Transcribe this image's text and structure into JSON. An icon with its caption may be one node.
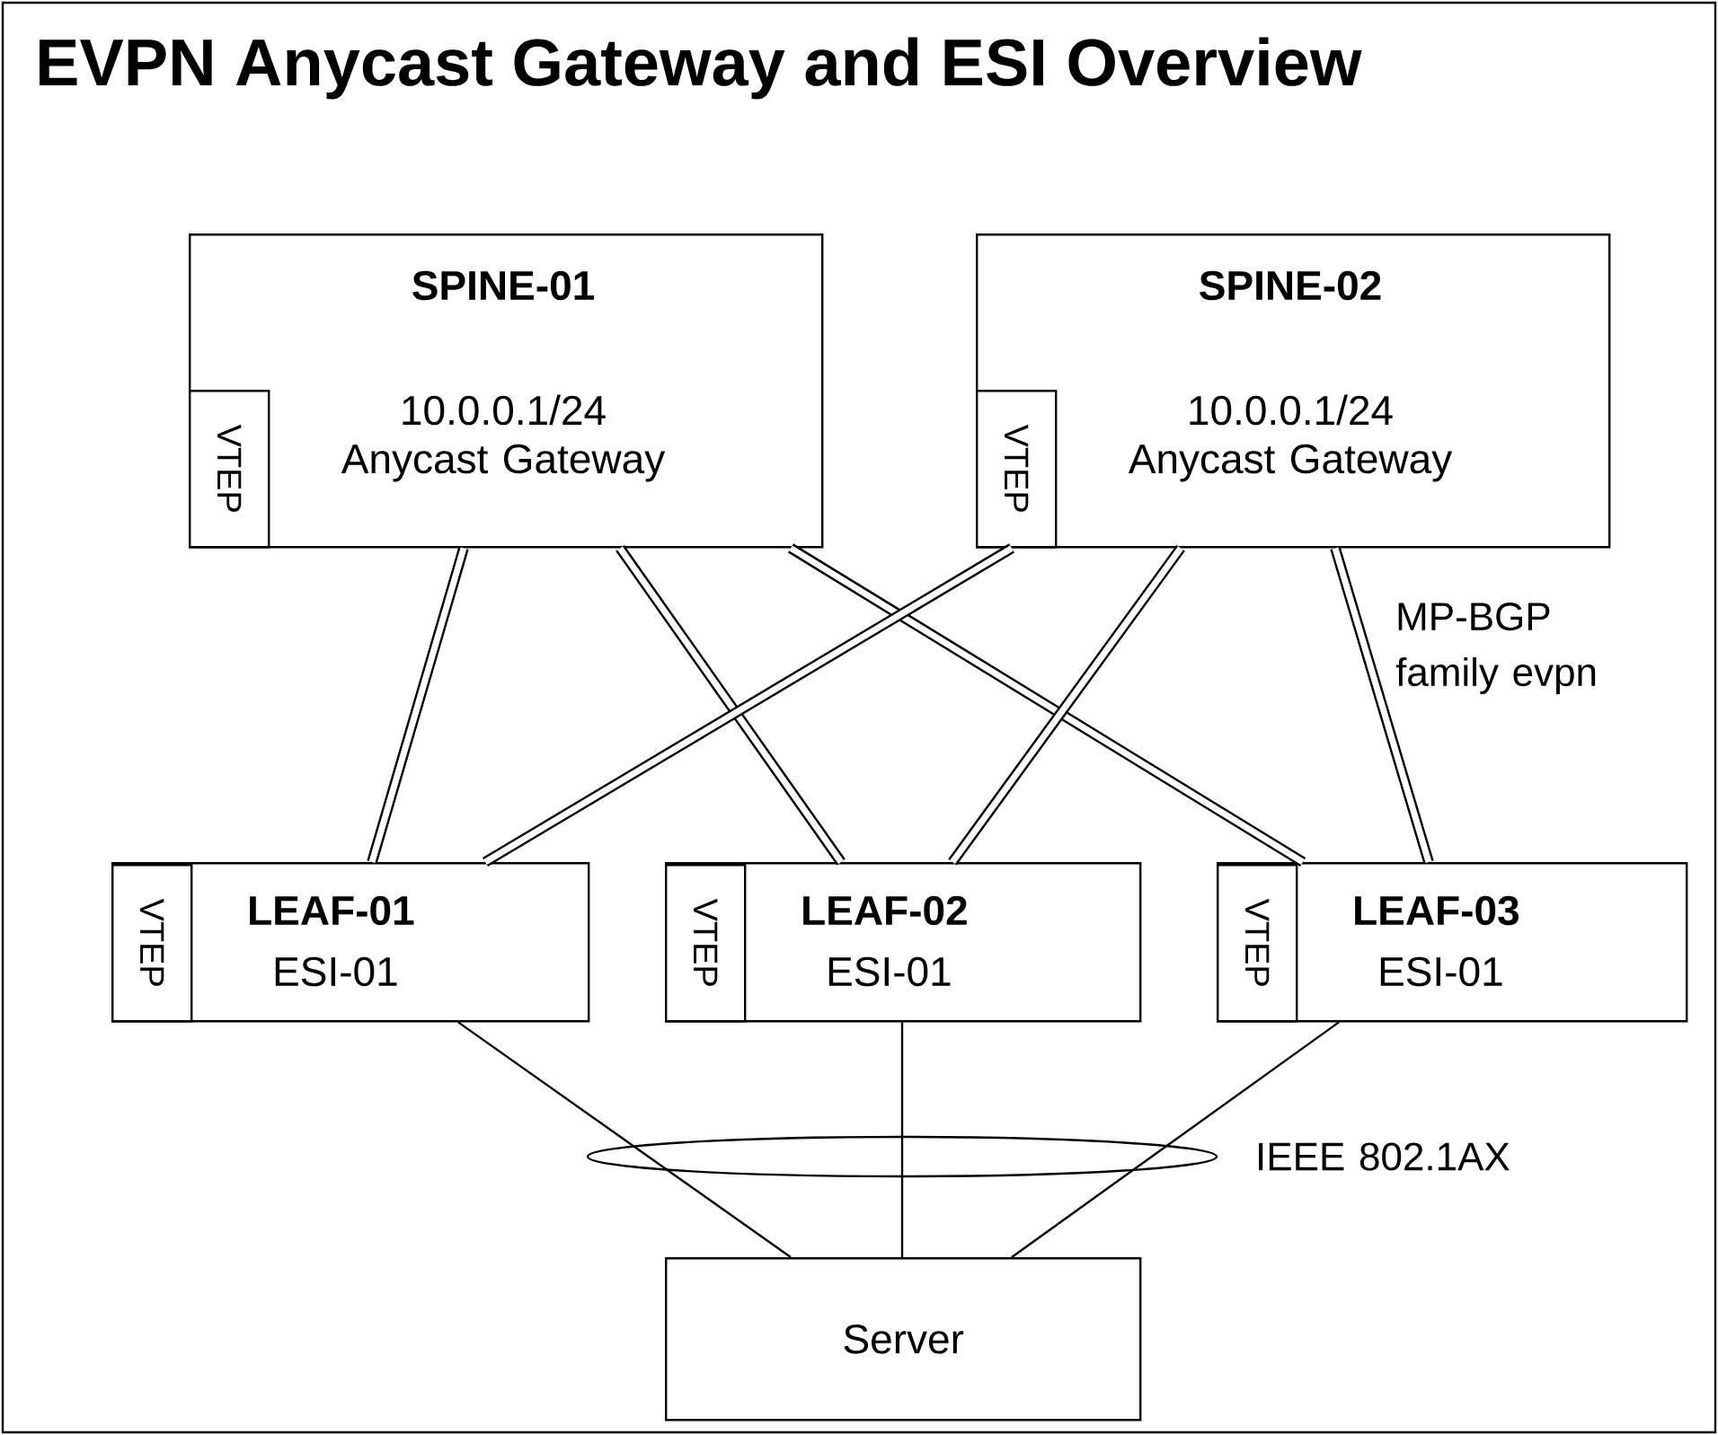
{
  "diagram": {
    "title": "EVPN Anycast Gateway and ESI Overview",
    "nodes": [
      {
        "text": [
          "SPINE-01",
          "10.0.0.1/24 Anycast Gateway"
        ]
      },
      {
        "text": [
          "VTEP"
        ],
        "in": 0
      },
      {
        "text": [
          "SPINE-02",
          "10.0.0.1/24 Anycast Gateway"
        ]
      },
      {
        "text": [
          "VTEP"
        ],
        "in": 2
      },
      {
        "text": [
          "LEAF-01",
          "ESI-01"
        ]
      },
      {
        "text": [
          "VTEP"
        ],
        "in": 4
      },
      {
        "text": [
          "LEAF-02",
          "ESI-01"
        ]
      },
      {
        "text": [
          "VTEP"
        ],
        "in": 6
      },
      {
        "text": [
          "LEAF-03",
          "ESI-01"
        ]
      },
      {
        "text": [
          "VTEP"
        ],
        "in": 8
      },
      {
        "text": [
          "Server"
        ]
      }
    ],
    "edges": [
      {
        "from": 0,
        "to": 4,
        "arrow": "none"
      },
      {
        "from": 0,
        "to": 6,
        "arrow": "none"
      },
      {
        "from": 0,
        "to": 8,
        "arrow": "none"
      },
      {
        "from": 2,
        "to": 4,
        "arrow": "none"
      },
      {
        "from": 2,
        "to": 6,
        "arrow": "none"
      },
      {
        "from": 2,
        "to": 8,
        "arrow": "none"
      },
      {
        "from": 4,
        "to": 10,
        "arrow": "none"
      },
      {
        "from": 6,
        "to": 10,
        "arrow": "none"
      },
      {
        "from": 8,
        "to": 10,
        "arrow": "none"
      }
    ],
    "labels": [
      "MP-BGP family evpn",
      "IEEE 802.1AX"
    ]
  }
}
